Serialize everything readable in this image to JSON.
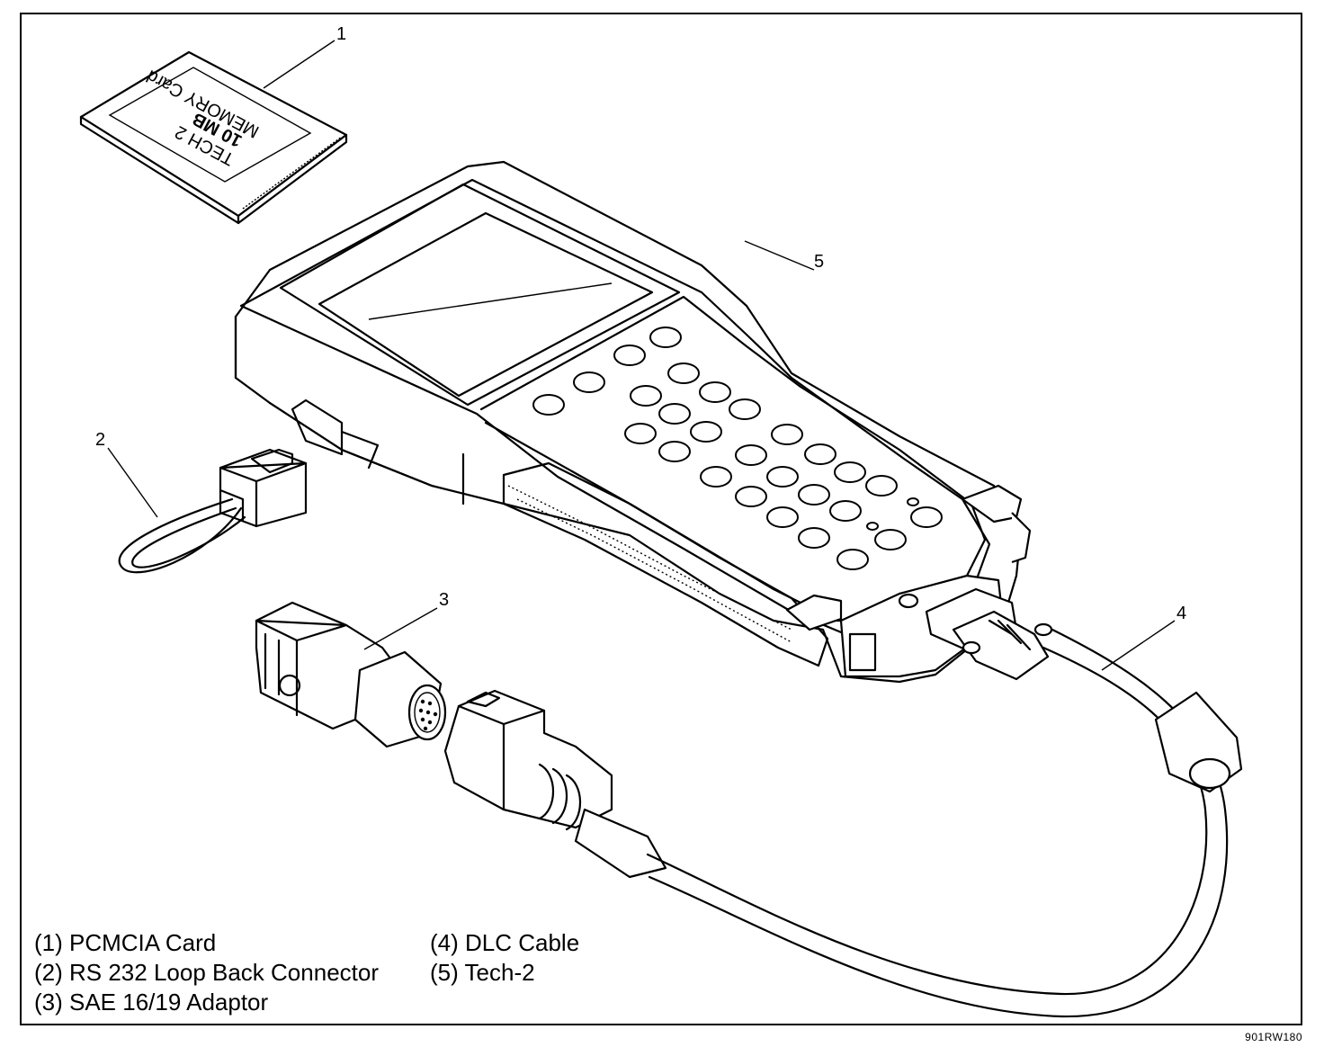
{
  "callouts": {
    "c1": "1",
    "c2": "2",
    "c3": "3",
    "c4": "4",
    "c5": "5"
  },
  "card_text": {
    "brand": "TECH 2",
    "capacity": "10 MB",
    "type": "MEMORY Card"
  },
  "legend": {
    "items": [
      "(1) PCMCIA Card",
      "(2) RS 232 Loop Back Connector",
      "(3) SAE 16/19 Adaptor",
      "(4) DLC Cable",
      "(5) Tech-2"
    ]
  },
  "figure_id": "901RW180"
}
